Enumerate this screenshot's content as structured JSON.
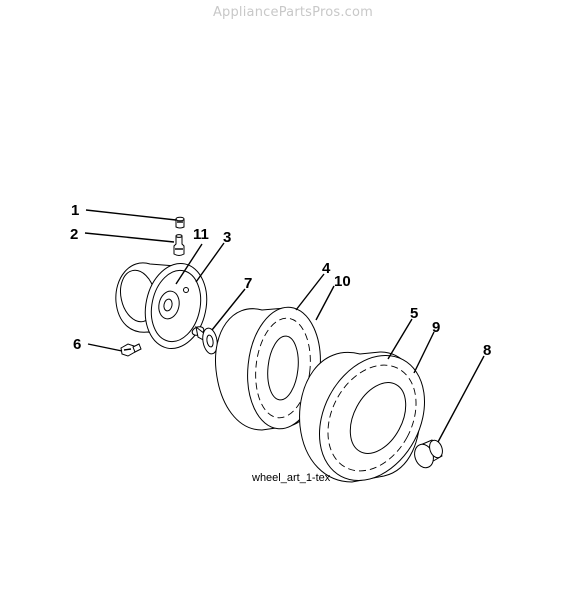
{
  "watermark": "AppliancePartsPros.com",
  "caption": "wheel_art_1-tex",
  "callouts": {
    "c1": "1",
    "c2": "2",
    "c3": "3",
    "c4": "4",
    "c5": "5",
    "c6": "6",
    "c7": "7",
    "c8": "8",
    "c9": "9",
    "c10": "10",
    "c11": "11"
  }
}
